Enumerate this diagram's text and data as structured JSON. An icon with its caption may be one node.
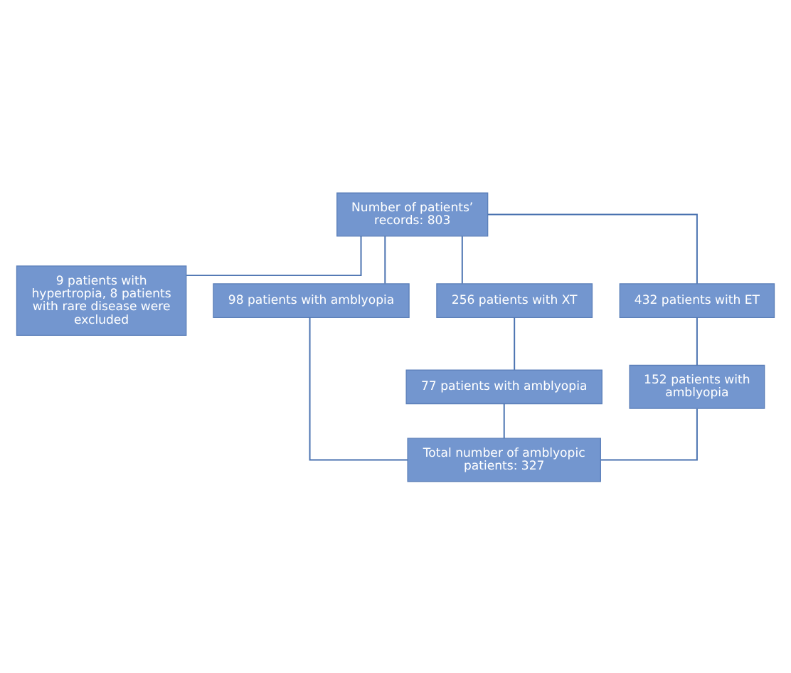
{
  "diagram": {
    "nodes": [
      {
        "text": [
          "Number of patients’ records: 803"
        ]
      },
      {
        "text": [
          "9 patients with hypertropia, 8 patients with rare disease were excluded"
        ]
      },
      {
        "text": [
          "98 patients with amblyopia"
        ]
      },
      {
        "text": [
          "256 patients with XT"
        ]
      },
      {
        "text": [
          "432 patients with ET"
        ]
      },
      {
        "text": [
          "77 patients with amblyopia"
        ]
      },
      {
        "text": [
          "152 patients with amblyopia"
        ]
      },
      {
        "text": [
          "Total number of amblyopic patients: 327"
        ]
      }
    ],
    "edges": [
      {
        "from": 0,
        "to": 1,
        "arrow": "none"
      },
      {
        "from": 0,
        "to": 2,
        "arrow": "none"
      },
      {
        "from": 0,
        "to": 3,
        "arrow": "none"
      },
      {
        "from": 0,
        "to": 4,
        "arrow": "none"
      },
      {
        "from": 3,
        "to": 5,
        "arrow": "none"
      },
      {
        "from": 4,
        "to": 6,
        "arrow": "none"
      },
      {
        "from": 2,
        "to": 7,
        "arrow": "none"
      },
      {
        "from": 5,
        "to": 7,
        "arrow": "none"
      },
      {
        "from": 6,
        "to": 7,
        "arrow": "none"
      }
    ]
  }
}
